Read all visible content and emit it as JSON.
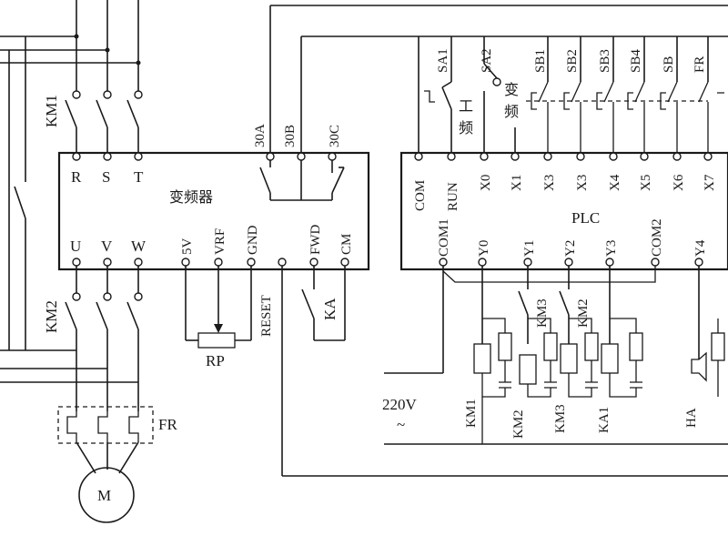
{
  "inverter": {
    "title": "变频器",
    "in_terms": [
      "R",
      "S",
      "T"
    ],
    "out_terms": [
      "U",
      "V",
      "W"
    ],
    "pot_terms": [
      "5V",
      "VRF",
      "GND"
    ],
    "run_terms": [
      "FWD",
      "CM"
    ],
    "reset": "RESET",
    "relay_terms": [
      "30A",
      "30B",
      "30C"
    ]
  },
  "plc": {
    "title": "PLC",
    "inputs": [
      "COM",
      "RUN",
      "X0",
      "X1",
      "X3",
      "X3",
      "X4",
      "X5",
      "X6",
      "X7"
    ],
    "outputs": [
      "COM1",
      "Y0",
      "Y1",
      "Y2",
      "Y3",
      "COM2",
      "Y4"
    ]
  },
  "switches": {
    "input_labels": [
      "SA1",
      "SA2",
      "SB1",
      "SB2",
      "SB3",
      "SB4",
      "SB",
      "FR"
    ],
    "mode_power": "工\n频",
    "mode_inverter": "变\n频"
  },
  "power": {
    "contactors": [
      "KM1",
      "KM2"
    ],
    "overload": "FR",
    "motor": "M",
    "pot": "RP",
    "relay_contact": "KA"
  },
  "output_circuit": {
    "supply": "220V",
    "supply_symbol": "~",
    "coils": [
      "KM1",
      "KM2",
      "KM3",
      "KA1",
      "HA"
    ],
    "interlocks": [
      "KM3",
      "KM2"
    ]
  }
}
